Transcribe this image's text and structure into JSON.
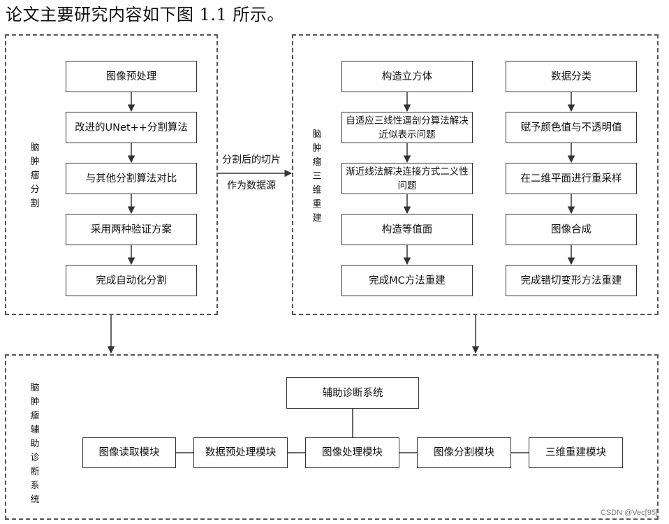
{
  "heading": "论文主要研究内容如下图 1.1 所示。",
  "segmentation": {
    "label": "脑肿瘤分割",
    "steps": [
      "图像预处理",
      "改进的UNet++分割算法",
      "与其他分割算法对比",
      "采用两种验证方案",
      "完成自动化分割"
    ]
  },
  "connector": {
    "line1": "分割后的切片",
    "line2": "作为数据源"
  },
  "reconstruction": {
    "label": "脑肿瘤三维重建",
    "mc_steps": [
      "构造立方体",
      "自适应三线性逼剖分算法解决近似表示问题",
      "渐近线法解决连接方式二义性问题",
      "构造等值面",
      "完成MC方法重建"
    ],
    "shear_steps": [
      "数据分类",
      "赋予颜色值与不透明值",
      "在二维平面进行重采样",
      "图像合成",
      "完成错切变形方法重建"
    ]
  },
  "system": {
    "label": "脑肿瘤辅助诊断系统",
    "root": "辅助诊断系统",
    "modules": [
      "图像读取模块",
      "数据预处理模块",
      "图像处理模块",
      "图像分割模块",
      "三维重建模块"
    ]
  },
  "watermark": "CSDN @Vec[95]"
}
